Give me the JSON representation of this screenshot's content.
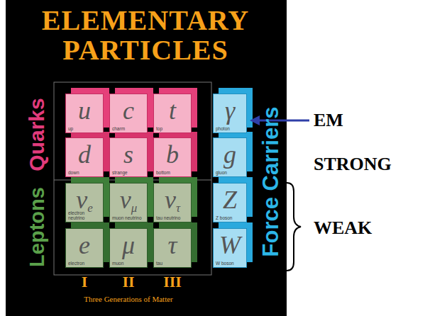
{
  "diagram": {
    "title": "ELEMENTARY PARTICLES",
    "nodes": [
      {
        "text": [
          "u",
          "up"
        ]
      },
      {
        "text": [
          "c",
          "charm"
        ]
      },
      {
        "text": [
          "t",
          "top"
        ]
      },
      {
        "text": [
          "γ",
          "photon"
        ]
      },
      {
        "text": [
          "d",
          "down"
        ]
      },
      {
        "text": [
          "s",
          "strange"
        ]
      },
      {
        "text": [
          "b",
          "bottom"
        ]
      },
      {
        "text": [
          "g",
          "gluon"
        ]
      },
      {
        "text": [
          "ν",
          "e",
          "electron neutrino"
        ]
      },
      {
        "text": [
          "ν",
          "μ",
          "muon neutrino"
        ]
      },
      {
        "text": [
          "ν",
          "τ",
          "tau neutrino"
        ]
      },
      {
        "text": [
          "Z",
          "Z boson"
        ]
      },
      {
        "text": [
          "e",
          "electron"
        ]
      },
      {
        "text": [
          "μ",
          "muon"
        ]
      },
      {
        "text": [
          "τ",
          "tau"
        ]
      },
      {
        "text": [
          "W",
          "W boson"
        ]
      }
    ],
    "labels": [
      "Quarks",
      "Leptons",
      "Force Carriers",
      "I",
      "II",
      "III",
      "Three Generations of Matter",
      "EM",
      "STRONG",
      "WEAK"
    ]
  }
}
